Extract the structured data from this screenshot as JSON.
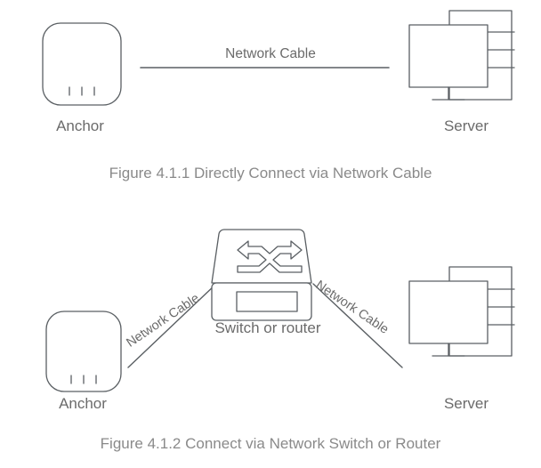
{
  "page": {
    "background_color": "#ffffff",
    "stroke_color": "#5a5f63",
    "text_color": "#6b6b6b",
    "caption_color": "#8a8a8a"
  },
  "figures": [
    {
      "id": "figure-4-1-1",
      "caption": "Figure 4.1.1 Directly Connect via Network Cable",
      "nodes": {
        "anchor_label": "Anchor",
        "server_label": "Server"
      },
      "links": [
        {
          "label": "Network Cable"
        }
      ]
    },
    {
      "id": "figure-4-1-2",
      "caption": "Figure 4.1.2 Connect via Network Switch or Router",
      "nodes": {
        "anchor_label": "Anchor",
        "server_label": "Server",
        "switch_label": "Switch or router"
      },
      "links": [
        {
          "label": "Network Cable"
        },
        {
          "label": "Network Cable"
        }
      ]
    }
  ],
  "icons": {
    "anchor": "anchor-device-icon",
    "server": "server-monitor-tower-icon",
    "switch": "network-switch-icon",
    "switch_arrows": "crossing-arrows-icon"
  }
}
